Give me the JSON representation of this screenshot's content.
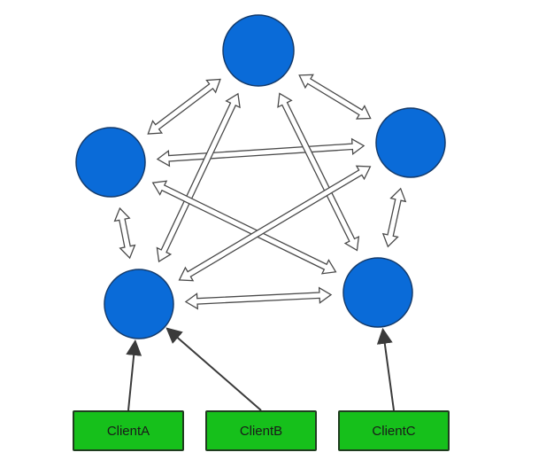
{
  "colors": {
    "node_fill": "#0a6bd8",
    "node_stroke": "#143b6c",
    "arrow_fill": "#ffffff",
    "arrow_stroke": "#4a4a4a",
    "client_fill": "#16c01b",
    "client_stroke": "#1f3d1f",
    "pointer_line": "#3a3a3a"
  },
  "nodes": [
    "top",
    "upper-left",
    "upper-right",
    "lower-left",
    "lower-right"
  ],
  "peer_links": [
    [
      "top",
      "upper-left"
    ],
    [
      "top",
      "upper-right"
    ],
    [
      "upper-left",
      "upper-right"
    ],
    [
      "upper-left",
      "lower-left"
    ],
    [
      "upper-right",
      "lower-right"
    ],
    [
      "lower-left",
      "lower-right"
    ],
    [
      "top",
      "lower-left"
    ],
    [
      "top",
      "lower-right"
    ],
    [
      "upper-left",
      "lower-right"
    ],
    [
      "upper-right",
      "lower-left"
    ]
  ],
  "clients": [
    {
      "label": "ClientA",
      "connects_to": "lower-left"
    },
    {
      "label": "ClientB",
      "connects_to": "lower-left"
    },
    {
      "label": "ClientC",
      "connects_to": "lower-right"
    }
  ]
}
